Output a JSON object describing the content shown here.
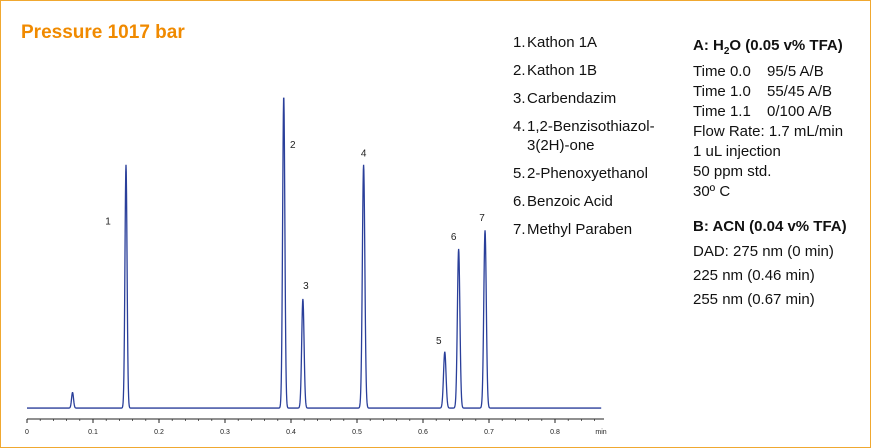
{
  "title": "Pressure 1017 bar",
  "colors": {
    "title": "#f08a00",
    "frame": "#f0a830",
    "trace": "#2a3f9a"
  },
  "legend": [
    {
      "num": "1.",
      "label": "Kathon 1A"
    },
    {
      "num": "2.",
      "label": "Kathon 1B"
    },
    {
      "num": "3.",
      "label": "Carbendazim"
    },
    {
      "num": "4.",
      "label": "1,2-Benzisothiazol-3(2H)-one"
    },
    {
      "num": "5.",
      "label": "2-Phenoxyethanol"
    },
    {
      "num": "6.",
      "label": "Benzoic Acid"
    },
    {
      "num": "7.",
      "label": "Methyl Paraben"
    }
  ],
  "conditions": {
    "mobile_a_prefix": "A: H",
    "mobile_a_sub": "2",
    "mobile_a_suffix": "O (0.05 v% TFA)",
    "gradient": [
      {
        "time": "Time 0.0",
        "ratio": "95/5 A/B"
      },
      {
        "time": "Time 1.0",
        "ratio": "55/45 A/B"
      },
      {
        "time": "Time 1.1",
        "ratio": "0/100 A/B"
      }
    ],
    "flow_rate": "Flow Rate: 1.7 mL/min",
    "injection": "1 uL injection",
    "standard": "50 ppm std.",
    "temperature": "30º C",
    "mobile_b": "B: ACN (0.04 v% TFA)",
    "detection": [
      "DAD: 275 nm (0 min)",
      "225 nm (0.46 min)",
      "255 nm (0.67 min)"
    ]
  },
  "chart_data": {
    "type": "line",
    "title": "",
    "xlabel": "min",
    "ylabel": "",
    "xlim": [
      0,
      0.9
    ],
    "ylim": [
      0,
      1
    ],
    "x_ticks": [
      0,
      0.1,
      0.2,
      0.3,
      0.4,
      0.5,
      0.6,
      0.7,
      0.8
    ],
    "x_tick_labels": [
      "0",
      "0.1",
      "0.2",
      "0.3",
      "0.4",
      "0.5",
      "0.6",
      "0.7",
      "0.8"
    ],
    "baseline": 0.035,
    "peaks": [
      {
        "label": "",
        "x": 0.069,
        "height": 0.05,
        "width": 0.0015
      },
      {
        "label": "1",
        "x": 0.15,
        "height": 0.78,
        "width": 0.0016
      },
      {
        "label": "2",
        "x": 0.389,
        "height": 1.0,
        "width": 0.0017
      },
      {
        "label": "3",
        "x": 0.418,
        "height": 0.35,
        "width": 0.0018
      },
      {
        "label": "4",
        "x": 0.51,
        "height": 0.78,
        "width": 0.0019
      },
      {
        "label": "5",
        "x": 0.633,
        "height": 0.18,
        "width": 0.0019
      },
      {
        "label": "6",
        "x": 0.654,
        "height": 0.51,
        "width": 0.0019
      },
      {
        "label": "7",
        "x": 0.694,
        "height": 0.57,
        "width": 0.0019
      }
    ]
  }
}
